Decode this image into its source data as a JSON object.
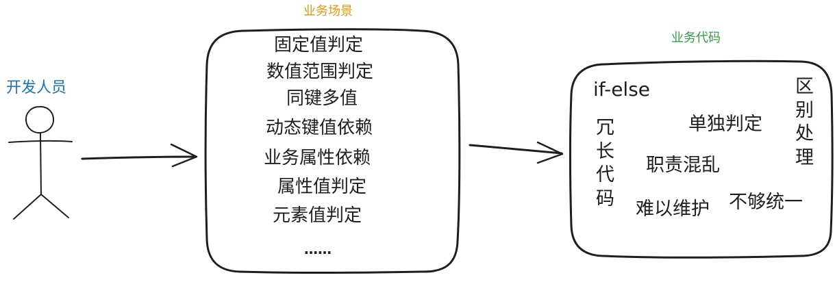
{
  "colors": {
    "ink": "#1e1e1e",
    "developer_label": "#1971c2",
    "scenario_title": "#e8950b",
    "code_title": "#2f9e44",
    "background": "#ffffff"
  },
  "developer": {
    "label": "开发人员",
    "figure_icon": "stick-figure"
  },
  "scenario": {
    "title": "业务场景",
    "items": [
      "固定值判定",
      "数值范围判定",
      "同键多值",
      "动态键值依赖",
      "业务属性依赖",
      "属性值判定",
      "元素值判定",
      "……"
    ]
  },
  "code": {
    "title": "业务代码",
    "main": "if-else",
    "single_judge": "单独判定",
    "confused": "职责混乱",
    "hard_maintain": "难以维护",
    "inconsistent": "不够统一",
    "redundant_vertical": "冗\n长\n代\n码",
    "separate_vertical": "区\n别\n处\n理"
  }
}
